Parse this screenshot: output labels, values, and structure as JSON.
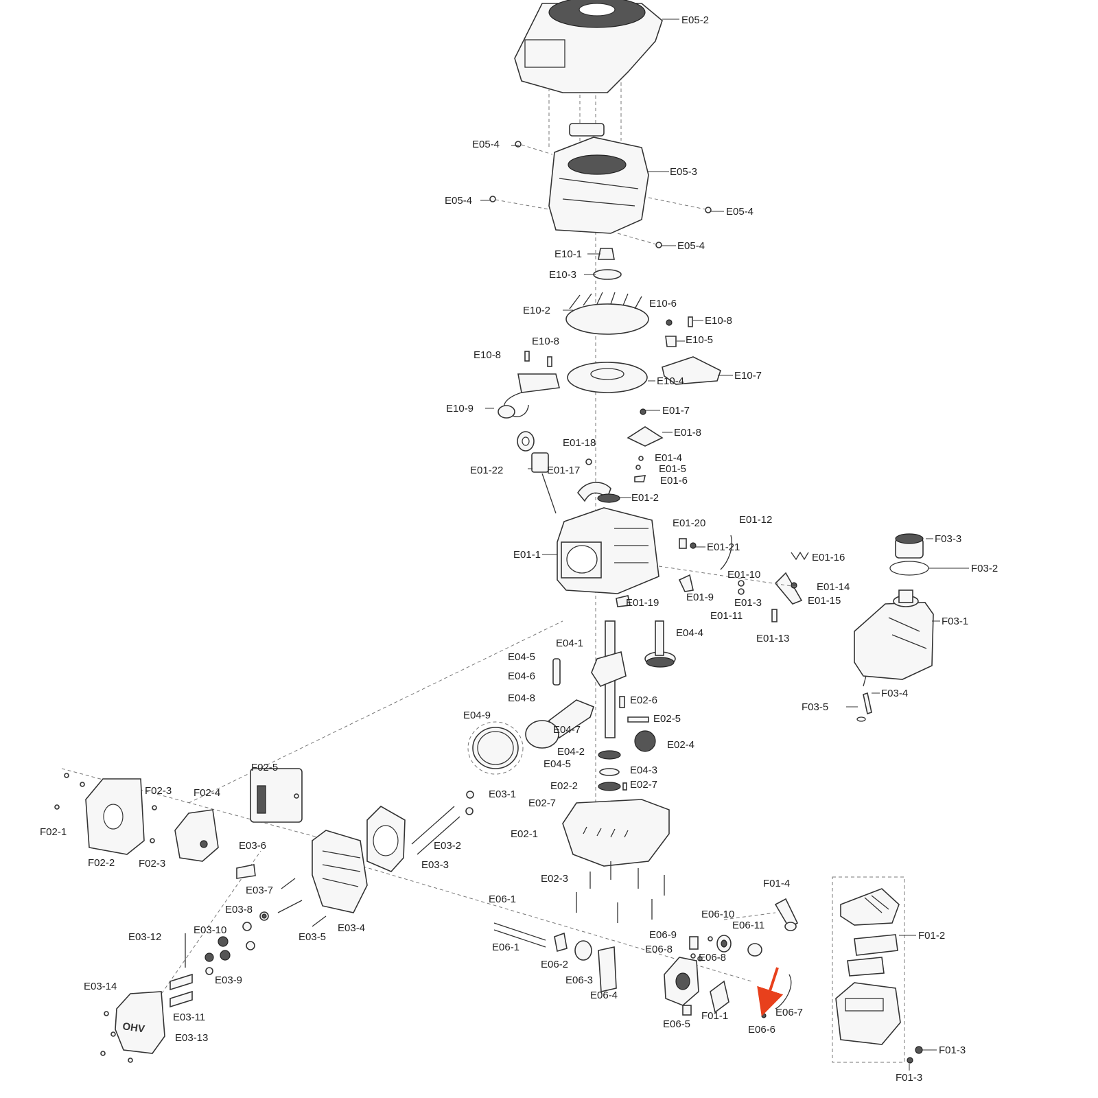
{
  "diagram": {
    "labels": [
      "E05-2",
      "E05-4",
      "E05-3",
      "E05-4",
      "E05-4",
      "E05-4",
      "E10-1",
      "E10-3",
      "E10-2",
      "E10-6",
      "E10-8",
      "E10-5",
      "E10-8",
      "E10-8",
      "E10-7",
      "E10-4",
      "E10-9",
      "E01-7",
      "E01-8",
      "E01-18",
      "E01-4",
      "E01-5",
      "E01-22",
      "E01-17",
      "E01-6",
      "E01-2",
      "E01-20",
      "E01-12",
      "E01-21",
      "E01-16",
      "E01-1",
      "E01-10",
      "E01-14",
      "E01-9",
      "E01-3",
      "E01-15",
      "E01-19",
      "E01-11",
      "E01-13",
      "E04-1",
      "E04-4",
      "E04-5",
      "E04-6",
      "E04-8",
      "E02-6",
      "E04-9",
      "E02-5",
      "E04-7",
      "E02-4",
      "E04-2",
      "E04-5",
      "E04-3",
      "E02-2",
      "E02-7",
      "E02-7",
      "E02-1",
      "E03-1",
      "E03-2",
      "E03-3",
      "F02-5",
      "F02-3",
      "F02-4",
      "F02-1",
      "F02-2",
      "F02-3",
      "E03-6",
      "E03-7",
      "E03-8",
      "E03-12",
      "E03-10",
      "E03-5",
      "E03-4",
      "E03-9",
      "E03-14",
      "E03-11",
      "E03-13",
      "E02-3",
      "E06-1",
      "E06-1",
      "E06-2",
      "E06-3",
      "E06-4",
      "E06-9",
      "E06-10",
      "E06-11",
      "E06-8",
      "E06-8",
      "E06-5",
      "F01-1",
      "E06-7",
      "E06-6",
      "F01-4",
      "F01-2",
      "F01-3",
      "F01-3",
      "F03-3",
      "F03-2",
      "F03-1",
      "F03-4",
      "F03-5"
    ],
    "logo_text": "OHV",
    "colors": {
      "line": "#333333",
      "highlight_arrow": "#e8401c"
    },
    "highlighted_part": "E06-6"
  }
}
